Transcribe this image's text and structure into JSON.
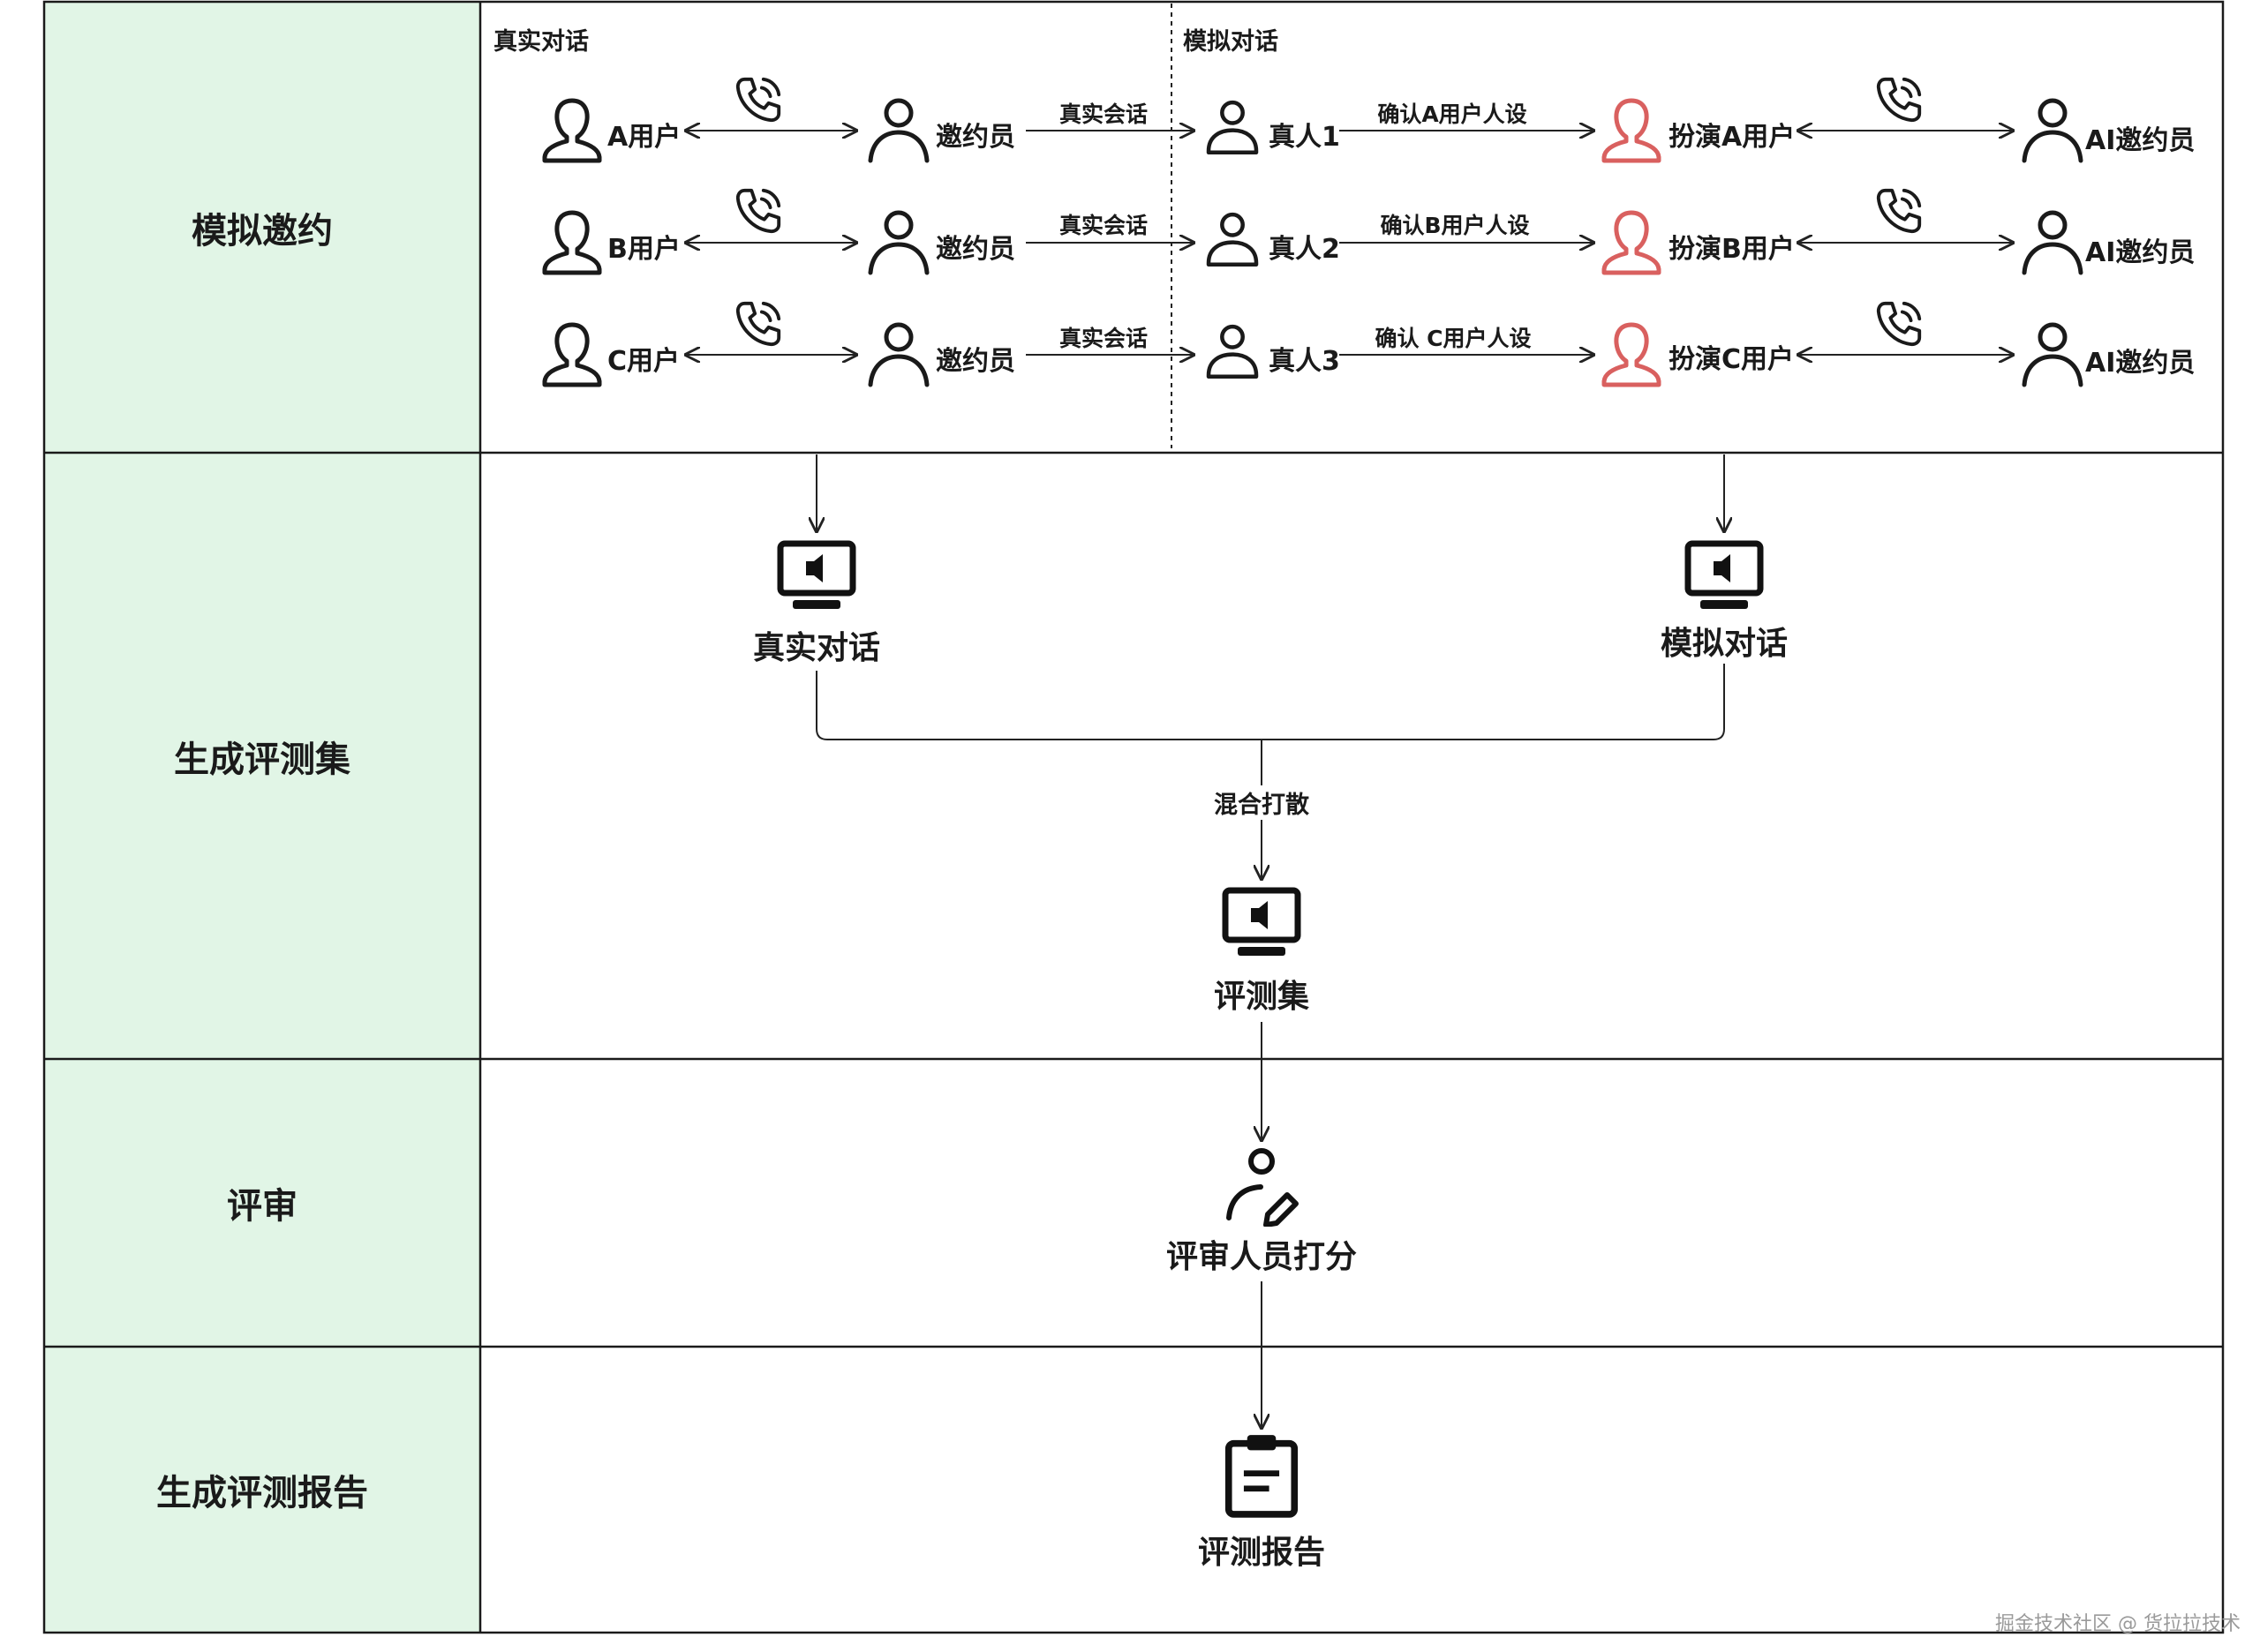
{
  "colors": {
    "lane_header_bg": "#e1f5e6",
    "line": "#222222",
    "actor": "#1a1a1a",
    "roleplay_actor": "#d9605f"
  },
  "lanes": [
    {
      "label": "模拟邀约"
    },
    {
      "label": "生成评测集"
    },
    {
      "label": "评审"
    },
    {
      "label": "生成评测报告"
    }
  ],
  "invite": {
    "real_section_title": "真实对话",
    "sim_section_title": "模拟对话",
    "rows": [
      {
        "user": "A用户",
        "inviter": "邀约员",
        "real_session": "真实会话",
        "human": "真人1",
        "confirm": "确认A用户人设",
        "roleplay": "扮演A用户",
        "ai": "AI邀约员"
      },
      {
        "user": "B用户",
        "inviter": "邀约员",
        "real_session": "真实会话",
        "human": "真人2",
        "confirm": "确认B用户人设",
        "roleplay": "扮演B用户",
        "ai": "AI邀约员"
      },
      {
        "user": "C用户",
        "inviter": "邀约员",
        "real_session": "真实会话",
        "human": "真人3",
        "confirm": "确认 C用户人设",
        "roleplay": "扮演C用户",
        "ai": "AI邀约员"
      }
    ],
    "icons": {
      "user": "user-outline-icon",
      "agent": "person-icon",
      "phone": "phone-call-icon"
    }
  },
  "evalset": {
    "real_node": "真实对话",
    "sim_node": "模拟对话",
    "merge_label": "混合打散",
    "set_node": "评测集",
    "icon": "monitor-speaker-icon"
  },
  "review": {
    "node": "评审人员打分",
    "icon": "reviewer-edit-icon"
  },
  "report": {
    "node": "评测报告",
    "icon": "clipboard-icon"
  },
  "watermark": "掘金技术社区 @ 货拉拉技术"
}
